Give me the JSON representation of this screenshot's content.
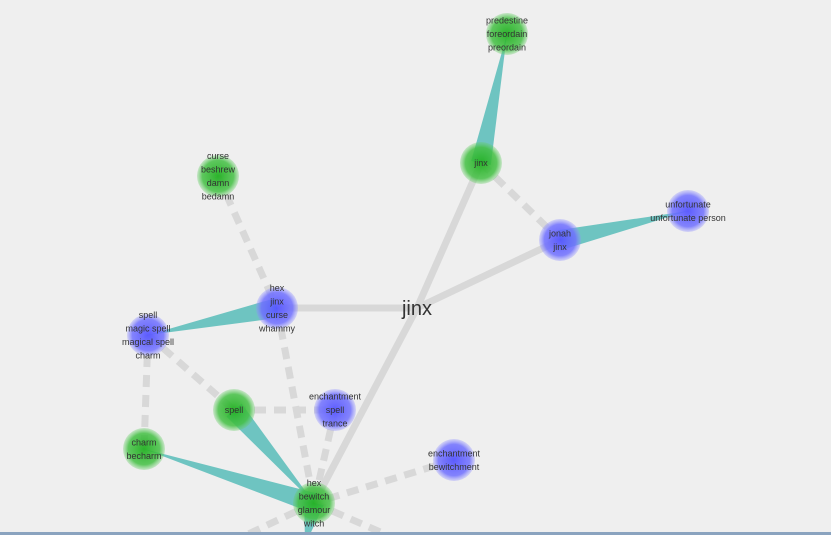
{
  "center_word": "jinx",
  "colors": {
    "noun": "#6b6bff",
    "verb": "#33bb33",
    "wedge": "#5fbfbb",
    "link": "#d8d8d8"
  },
  "nodes": [
    {
      "id": "n1",
      "pos": "verb",
      "lines": [
        "jinx"
      ]
    },
    {
      "id": "n2",
      "pos": "verb",
      "lines": [
        "predestine",
        "foreordain",
        "preordain"
      ]
    },
    {
      "id": "n3",
      "pos": "noun",
      "lines": [
        "jonah",
        "jinx"
      ]
    },
    {
      "id": "n4",
      "pos": "noun",
      "lines": [
        "unfortunate",
        "unfortunate person"
      ]
    },
    {
      "id": "n5",
      "pos": "verb",
      "lines": [
        "curse",
        "beshrew",
        "damn",
        "bedamn"
      ]
    },
    {
      "id": "n6",
      "pos": "noun",
      "lines": [
        "hex",
        "jinx",
        "curse",
        "whammy"
      ]
    },
    {
      "id": "n7",
      "pos": "noun",
      "lines": [
        "spell",
        "magic spell",
        "magical spell",
        "charm"
      ]
    },
    {
      "id": "n8",
      "pos": "verb",
      "lines": [
        "spell"
      ]
    },
    {
      "id": "n9",
      "pos": "noun",
      "lines": [
        "enchantment",
        "spell",
        "trance"
      ]
    },
    {
      "id": "n10",
      "pos": "verb",
      "lines": [
        "charm",
        "becharm"
      ]
    },
    {
      "id": "n11",
      "pos": "noun",
      "lines": [
        "enchantment",
        "bewitchment"
      ]
    },
    {
      "id": "n12",
      "pos": "verb",
      "lines": [
        "hex",
        "bewitch",
        "glamour",
        "witch"
      ]
    }
  ],
  "edges": [
    {
      "from": "center",
      "to": "n1",
      "type": "meaning"
    },
    {
      "from": "center",
      "to": "n3",
      "type": "meaning"
    },
    {
      "from": "center",
      "to": "n6",
      "type": "meaning"
    },
    {
      "from": "center",
      "to": "n12",
      "type": "meaning"
    },
    {
      "from": "n1",
      "to": "n2",
      "type": "type-of"
    },
    {
      "from": "n3",
      "to": "n4",
      "type": "type-of"
    },
    {
      "from": "n6",
      "to": "n7",
      "type": "type-of"
    },
    {
      "from": "n8",
      "to": "n12",
      "type": "type-of"
    },
    {
      "from": "n12",
      "to": "n10",
      "type": "type-of"
    },
    {
      "from": "n12",
      "to": "offB",
      "type": "type-of"
    },
    {
      "from": "n1",
      "to": "n3",
      "type": "related"
    },
    {
      "from": "n5",
      "to": "n6",
      "type": "related"
    },
    {
      "from": "n7",
      "to": "n8",
      "type": "related"
    },
    {
      "from": "n7",
      "to": "n10",
      "type": "related"
    },
    {
      "from": "n8",
      "to": "n9",
      "type": "related"
    },
    {
      "from": "n6",
      "to": "n12",
      "type": "related"
    },
    {
      "from": "n9",
      "to": "n12",
      "type": "related"
    },
    {
      "from": "n11",
      "to": "n12",
      "type": "related"
    },
    {
      "from": "n12",
      "to": "offL",
      "type": "related"
    },
    {
      "from": "n12",
      "to": "offR",
      "type": "related"
    }
  ]
}
